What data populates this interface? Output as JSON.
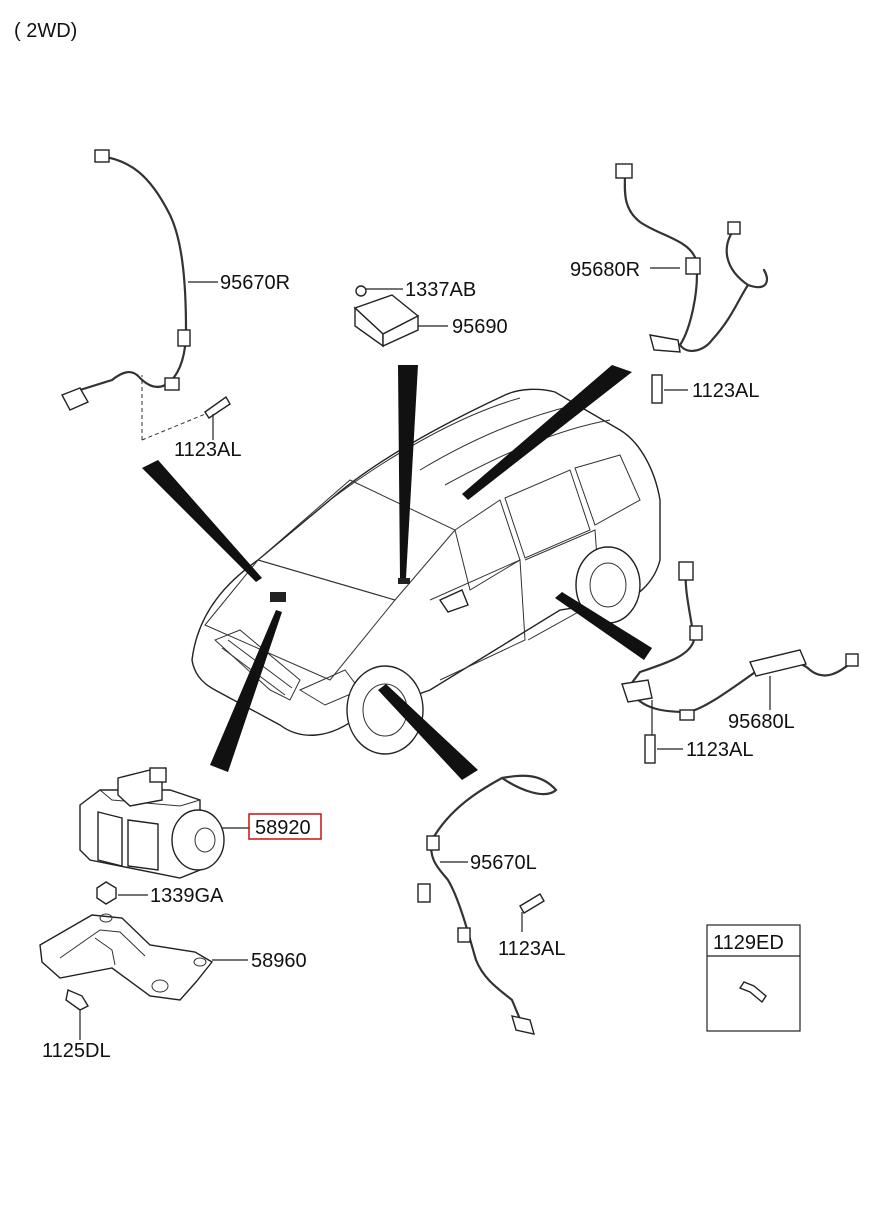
{
  "variant_label": "( 2WD)",
  "colors": {
    "highlight_box": "#cc1f1f",
    "ink": "#111111"
  },
  "parts": {
    "p95670R": "95670R",
    "p1337AB": "1337AB",
    "p95690": "95690",
    "p95680R": "95680R",
    "p1123AL_fr": "1123AL",
    "p1123AL_rr": "1123AL",
    "p1123AL_rl": "1123AL",
    "p1123AL_fl": "1123AL",
    "p95680L": "95680L",
    "p58920": "58920",
    "p95670L": "95670L",
    "p1339GA": "1339GA",
    "p58960": "58960",
    "p1125DL": "1125DL",
    "p1129ED": "1129ED"
  },
  "highlighted_part": "58920"
}
